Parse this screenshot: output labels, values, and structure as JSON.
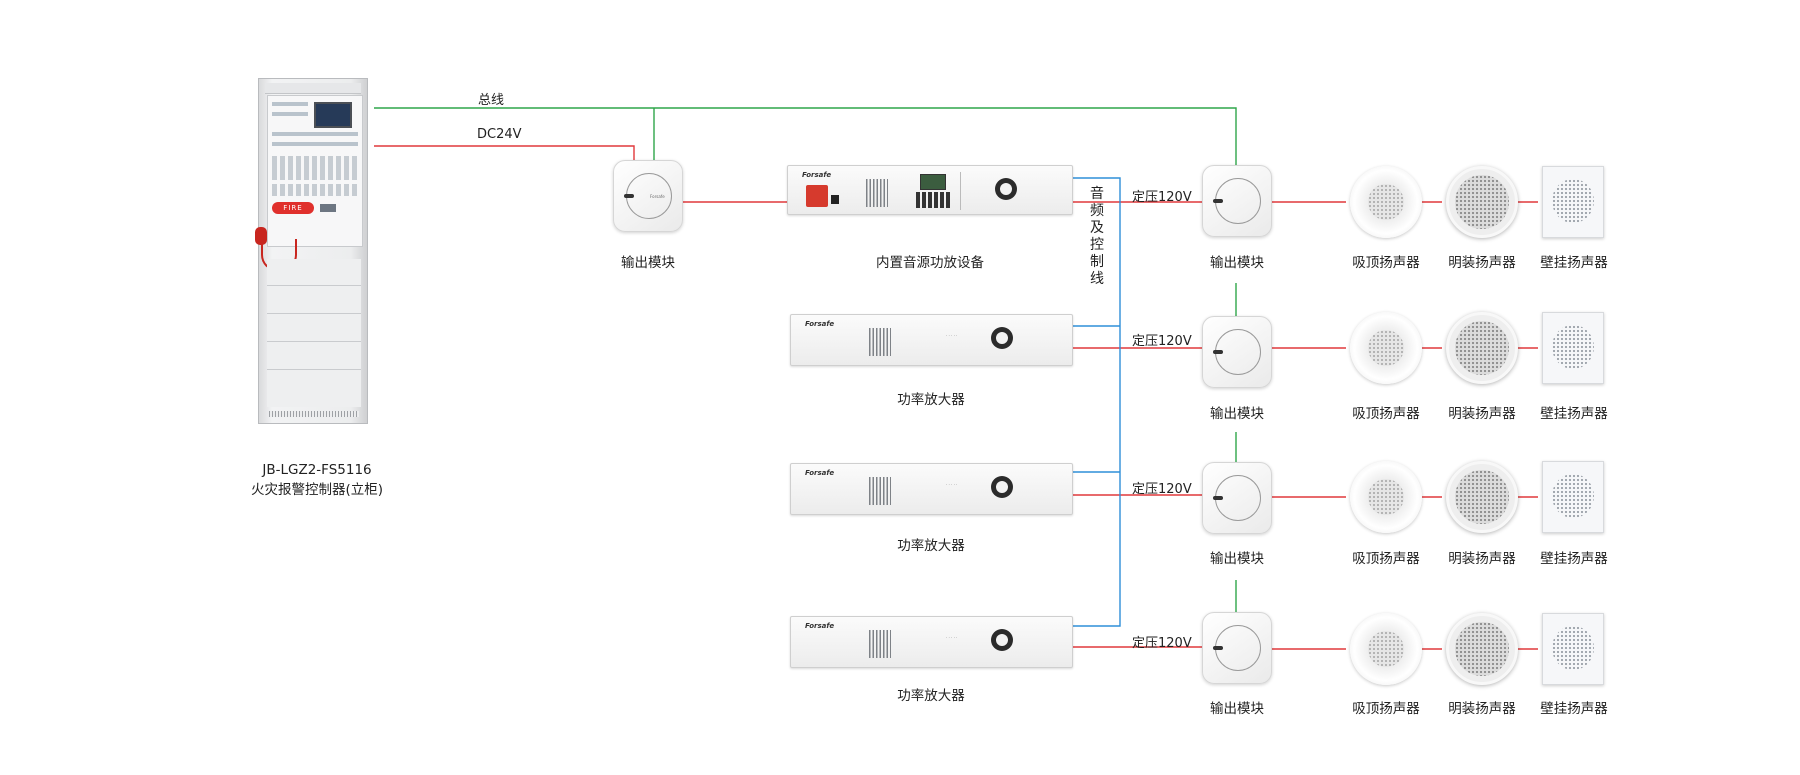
{
  "labels": {
    "bus": "总线",
    "dc24v": "DC24V",
    "voltage_1": "定压120V",
    "voltage_2": "定压120V",
    "voltage_3": "定压120V",
    "voltage_4": "定压120V",
    "audio_control_line": [
      "音",
      "频",
      "及",
      "控",
      "制",
      "线"
    ]
  },
  "controller": {
    "model": "JB-LGZ2-FS5116",
    "name": "火灾报警控制器(立柜)",
    "fire_label": "FIRE"
  },
  "devices": {
    "module_main": "输出模块",
    "builtin_amp": "内置音源功放设备",
    "amp_2": "功率放大器",
    "amp_3": "功率放大器",
    "amp_4": "功率放大器",
    "brand": "Forsafe"
  },
  "speaker_rows": [
    {
      "module": "输出模块",
      "ceiling": "吸顶扬声器",
      "surface": "明装扬声器",
      "wall": "壁挂扬声器"
    },
    {
      "module": "输出模块",
      "ceiling": "吸顶扬声器",
      "surface": "明装扬声器",
      "wall": "壁挂扬声器"
    },
    {
      "module": "输出模块",
      "ceiling": "吸顶扬声器",
      "surface": "明装扬声器",
      "wall": "壁挂扬声器"
    },
    {
      "module": "输出模块",
      "ceiling": "吸顶扬声器",
      "surface": "明装扬声器",
      "wall": "壁挂扬声器"
    }
  ],
  "colors": {
    "bus_line": "#2fa64a",
    "power_line": "#e0383b",
    "audio_line": "#2f8fd8"
  }
}
